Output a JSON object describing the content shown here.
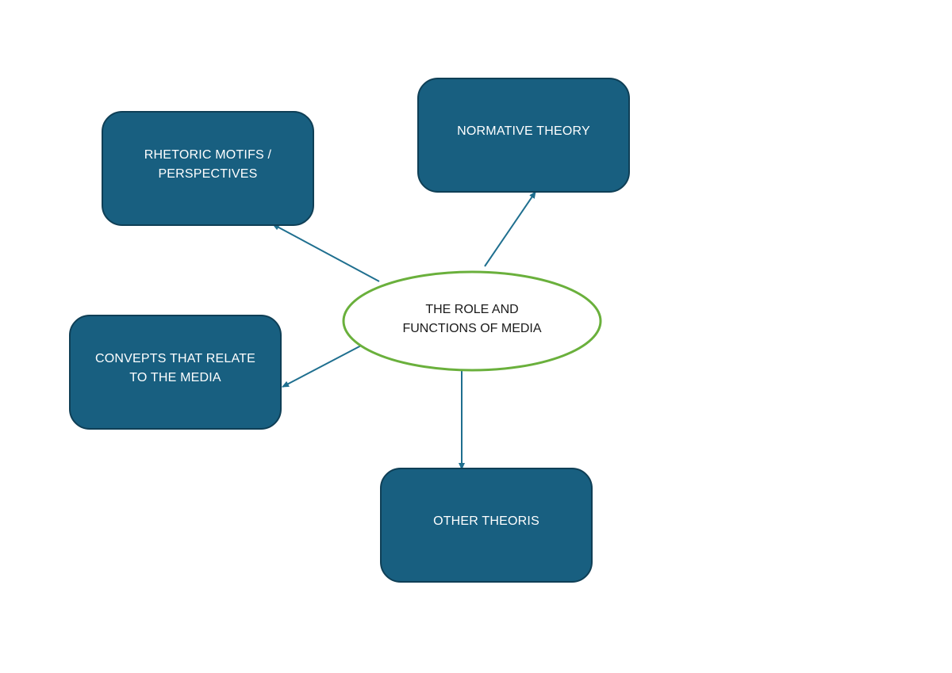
{
  "diagram": {
    "center": {
      "label": "THE ROLE AND\nFUNCTIONS OF MEDIA",
      "border_color": "#6ab03c"
    },
    "nodes": {
      "rhetoric": {
        "label": "RHETORIC MOTIFS /\nPERSPECTIVES"
      },
      "normative": {
        "label": "NORMATIVE THEORY"
      },
      "concepts": {
        "label": "CONVEPTS THAT RELATE\nTO THE MEDIA"
      },
      "other": {
        "label": "OTHER THEORIS"
      }
    },
    "colors": {
      "node_fill": "#185f80",
      "node_border": "#0f3f56",
      "arrow": "#1f6f8f"
    }
  }
}
